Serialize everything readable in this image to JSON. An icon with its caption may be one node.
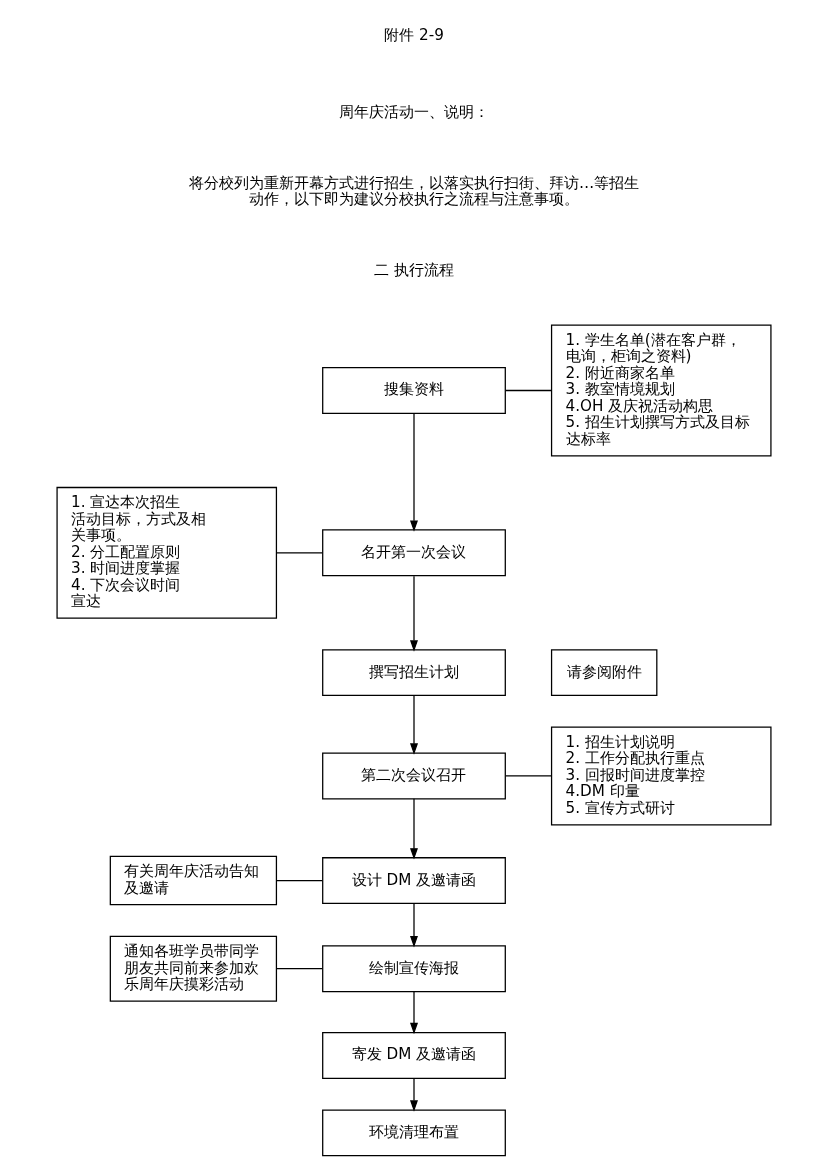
{
  "diagram": {
    "nodes": [
      {
        "text": [
          "搜集资料"
        ]
      },
      {
        "text": [
          "1. 学生名单(潜在客户群，电询，柜询之资料)",
          "2. 附近商家名单",
          "3. 教室情境规划",
          "4.OH 及庆祝活动构思",
          "5. 招生计划撰写方式及目标达标率"
        ]
      },
      {
        "text": [
          "名开第一次会议"
        ]
      },
      {
        "text": [
          "1. 宣达本次招生活动目标，方式及相关事项。",
          "2. 分工配置原则",
          "3. 时间进度掌握",
          "4. 下次会议时间宣达"
        ]
      },
      {
        "text": [
          "撰写招生计划"
        ]
      },
      {
        "text": [
          "请参阅附件"
        ]
      },
      {
        "text": [
          "第二次会议召开"
        ]
      },
      {
        "text": [
          "1. 招生计划说明",
          "2. 工作分配执行重点",
          "3. 回报时间进度掌控",
          "4.DM 印量",
          "5. 宣传方式研讨"
        ]
      },
      {
        "text": [
          "设计 DM 及邀请函"
        ]
      },
      {
        "text": [
          "有关周年庆活动告知及邀请"
        ]
      },
      {
        "text": [
          "绘制宣传海报"
        ]
      },
      {
        "text": [
          "通知各班学员带同学朋友共同前来参加欢乐周年庆摸彩活动"
        ]
      },
      {
        "text": [
          "寄发 DM 及邀请函"
        ]
      },
      {
        "text": [
          "环境清理布置"
        ]
      }
    ],
    "edges": [
      {
        "from": 0,
        "to": 1,
        "arrow": "none"
      },
      {
        "from": 0,
        "to": 2,
        "arrow": "to"
      },
      {
        "from": 3,
        "to": 2,
        "arrow": "none"
      },
      {
        "from": 2,
        "to": 4,
        "arrow": "to"
      },
      {
        "from": 4,
        "to": 6,
        "arrow": "to"
      },
      {
        "from": 6,
        "to": 7,
        "arrow": "none"
      },
      {
        "from": 9,
        "to": 8,
        "arrow": "none"
      },
      {
        "from": 6,
        "to": 8,
        "arrow": "to"
      },
      {
        "from": 11,
        "to": 10,
        "arrow": "none"
      },
      {
        "from": 8,
        "to": 10,
        "arrow": "to"
      },
      {
        "from": 10,
        "to": 12,
        "arrow": "to"
      },
      {
        "from": 12,
        "to": 13,
        "arrow": "to"
      }
    ],
    "labels": [
      "附件 2-9",
      "周年庆活动一、说明：",
      "将分校列为重新开幕方式进行招生，以落实执行扫街、拜访…等招生动作，以下即为建议分校执行之流程与注意事项。",
      "二 执行流程"
    ]
  }
}
